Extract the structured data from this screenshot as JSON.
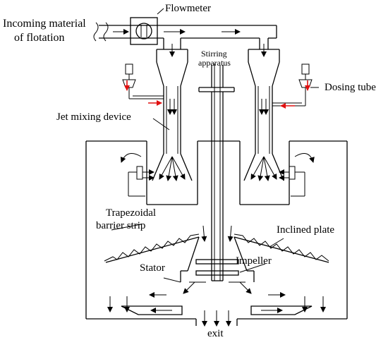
{
  "labels": {
    "incoming_line1": "Incoming material",
    "incoming_line2": "of flotation",
    "flowmeter": "Flowmeter",
    "stirring_line1": "Stirring",
    "stirring_line2": "apparatus",
    "dosing_tube": "Dosing tube",
    "jet_mixing_device": "Jet mixing device",
    "trapezoidal_line1": "Trapezoidal",
    "trapezoidal_line2": "barrier strip",
    "inclined_plate": "Inclined plate",
    "stator": "Stator",
    "impeller": "Impeller",
    "exit": "exit"
  },
  "colors": {
    "line": "#000000",
    "dosing_arrow": "#e01010",
    "background": "#ffffff"
  }
}
